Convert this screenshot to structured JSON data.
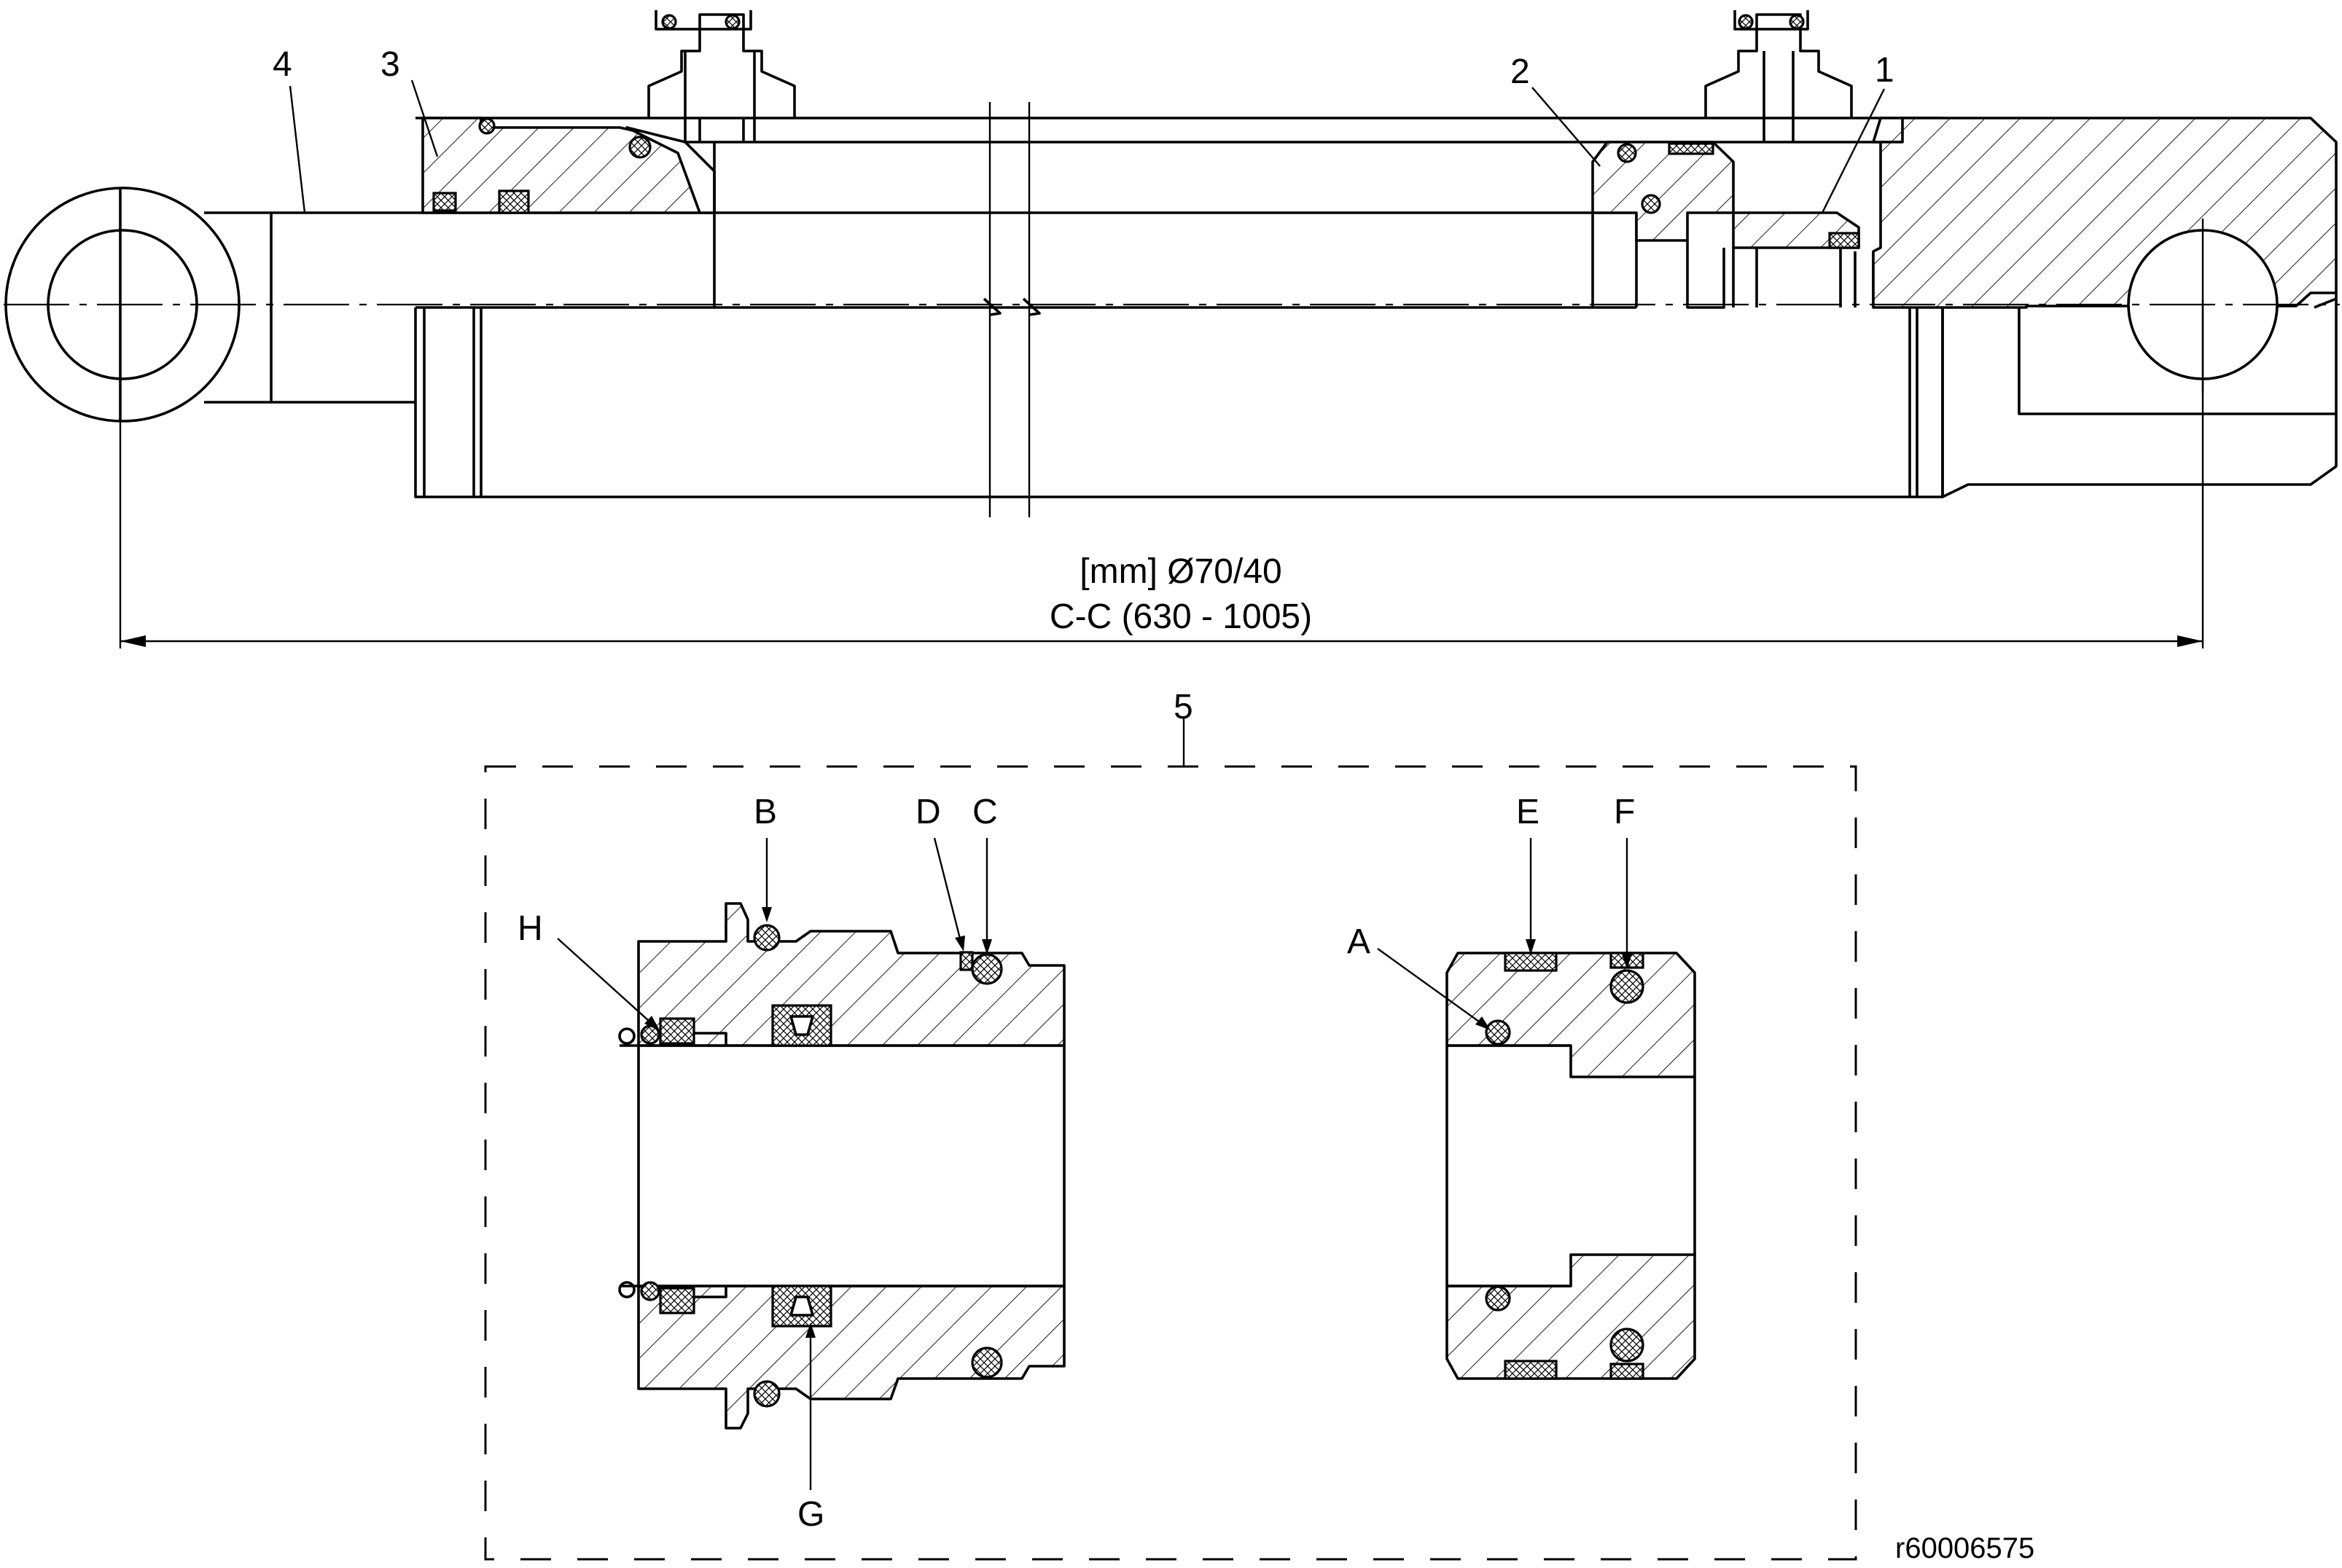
{
  "labels": {
    "part_1": "1",
    "part_2": "2",
    "part_3": "3",
    "part_4": "4",
    "part_5": "5",
    "seal_a": "A",
    "seal_b": "B",
    "seal_c": "C",
    "seal_d": "D",
    "seal_e": "E",
    "seal_f": "F",
    "seal_g": "G",
    "seal_h": "H"
  },
  "dimension": {
    "line1": "[mm] Ø70/40",
    "line2": "C-C (630 - 1005)"
  },
  "reference_code": "r60006575"
}
